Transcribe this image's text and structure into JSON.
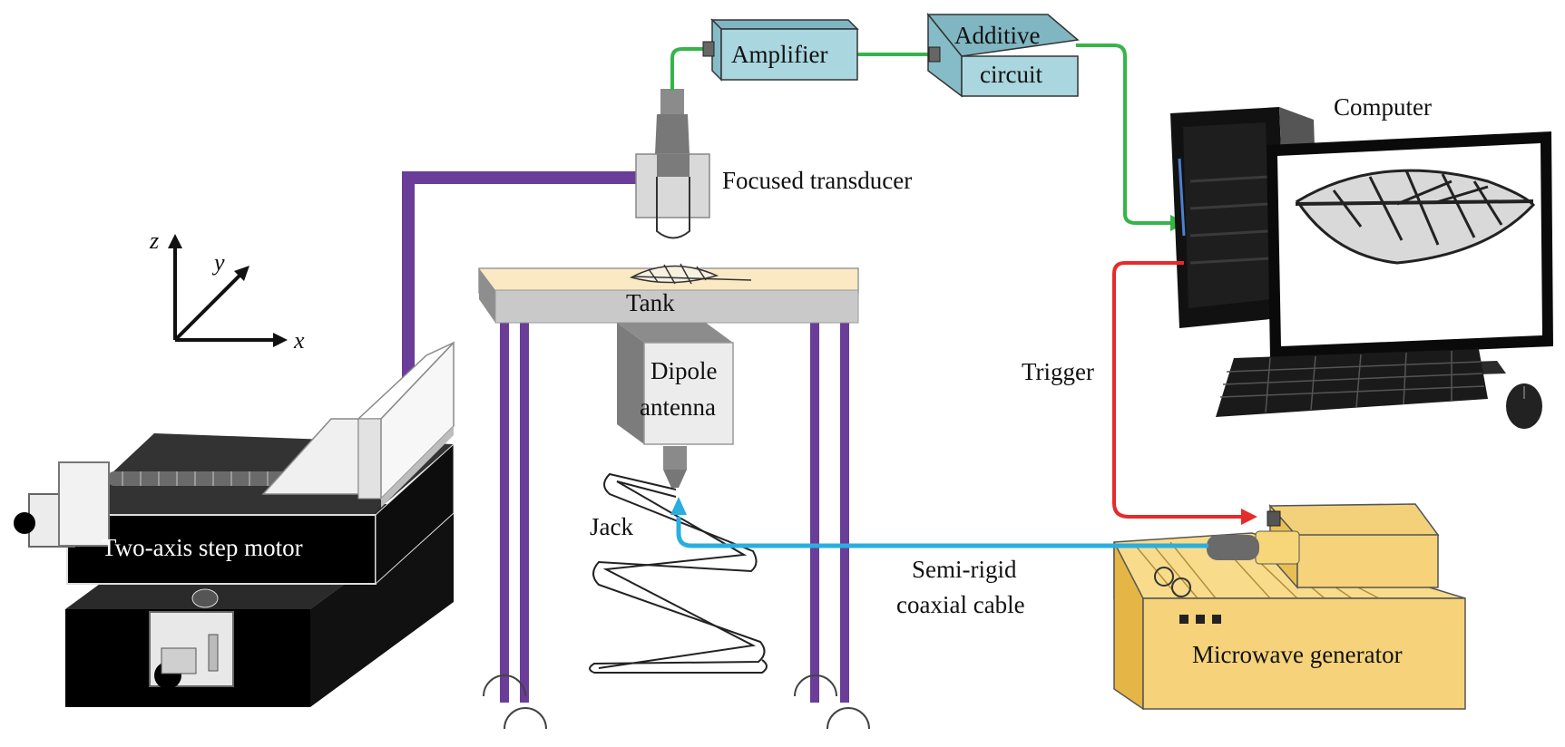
{
  "labels": {
    "amplifier": "Amplifier",
    "additive_1": "Additive",
    "additive_2": "circuit",
    "computer": "Computer",
    "transducer": "Focused transducer",
    "tank": "Tank",
    "dipole_1": "Dipole",
    "dipole_2": "antenna",
    "jack": "Jack",
    "trigger": "Trigger",
    "motor": "Two-axis step motor",
    "cable_1": "Semi-rigid",
    "cable_2": "coaxial cable",
    "generator": "Microwave generator"
  },
  "axes": {
    "z": "z",
    "y": "y",
    "x": "x"
  },
  "colors": {
    "signal_line": "#35b44a",
    "trigger_line": "#e52b2b",
    "coax_line": "#2aaee0",
    "support": "#6a3d98",
    "box_fill": "#a9d6df",
    "generator_fill": "#f6d37a"
  }
}
